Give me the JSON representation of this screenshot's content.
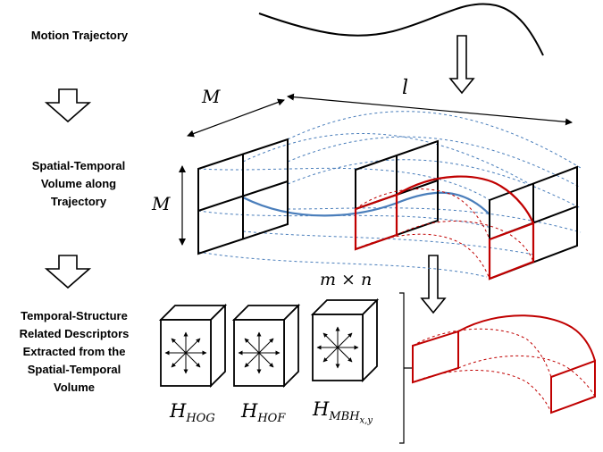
{
  "steps": {
    "motion_trajectory": "Motion Trajectory",
    "volume": [
      "Spatial-Temporal",
      "Volume along",
      "Trajectory"
    ],
    "descriptors": [
      "Temporal-Structure",
      "Related Descriptors",
      "Extracted from the",
      "Spatial-Temporal",
      "Volume"
    ]
  },
  "symbols": {
    "M_width": "M",
    "M_height": "M",
    "length": "l",
    "cell_grid": "m × n",
    "hog": {
      "base": "H",
      "sub": "HOG"
    },
    "hof": {
      "base": "H",
      "sub": "HOF"
    },
    "mbh": {
      "base": "H",
      "sub": "MBH",
      "subsub": "x,y"
    }
  },
  "colors": {
    "highlight": "#c00000",
    "trajectory": "#4a7ebb",
    "guide": "#4a7ebb",
    "stroke": "#000000"
  },
  "icons": [
    "down-arrow-icon",
    "star-arrows-icon",
    "cube-icon",
    "bracket-icon"
  ]
}
